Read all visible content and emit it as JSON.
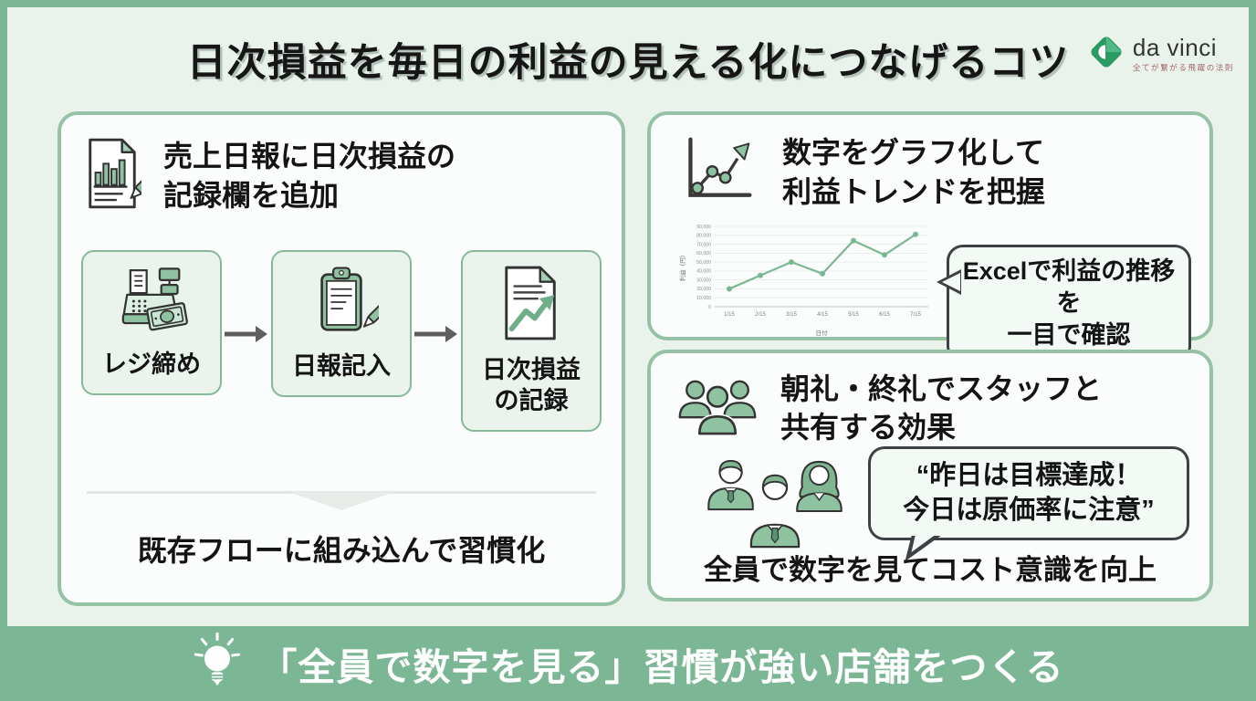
{
  "header": {
    "title": "日次損益を毎日の利益の見える化につなげるコツ",
    "logo": {
      "name": "da vinci",
      "tagline": "全てが繋がる飛躍の法則"
    }
  },
  "left_panel": {
    "heading": "売上日報に日次損益の\n記録欄を追加",
    "steps": [
      {
        "icon": "cash-register-icon",
        "label": "レジ締め"
      },
      {
        "icon": "clipboard-pencil-icon",
        "label": "日報記入"
      },
      {
        "icon": "document-trend-icon",
        "label": "日次損益\nの記録"
      }
    ],
    "note": "既存フローに組み込んで習慣化"
  },
  "graph_panel": {
    "heading": "数字をグラフ化して\n利益トレンドを把握",
    "bubble": "Excelで利益の推移を\n一目で確認"
  },
  "share_panel": {
    "heading": "朝礼・終礼でスタッフと\n共有する効果",
    "bubble": "“昨日は目標達成！\n今日は原価率に注意”",
    "note": "全員で数字を見てコスト意識を向上"
  },
  "footer": {
    "message": "「全員で数字を見る」習慣が強い店舗をつくる"
  },
  "colors": {
    "frame_green": "#7cb795",
    "canvas_mint": "#e9f3ec",
    "panel_border": "#95c2a4",
    "step_fill": "#eaf4ed",
    "icon_green": "#8fc2a0",
    "bubble_border": "#3e4145"
  },
  "chart_data": {
    "type": "line",
    "x": [
      "1/15",
      "2/15",
      "3/15",
      "4/15",
      "5/15",
      "6/15",
      "7/15"
    ],
    "series": [
      {
        "name": "利益",
        "values": [
          20000,
          35000,
          50000,
          37000,
          74000,
          58000,
          81000
        ]
      }
    ],
    "xlabel": "日付",
    "ylabel": "利益（円）",
    "ylim": [
      0,
      90000
    ],
    "ytick_step": 10000,
    "grid": true,
    "legend": "none",
    "line_color": "#7ab792"
  }
}
